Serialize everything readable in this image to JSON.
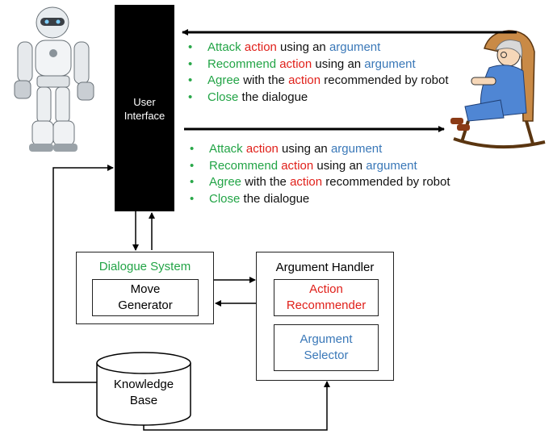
{
  "user_interface": {
    "label": "User\nInterface"
  },
  "messages_to_user": [
    {
      "w1": "Attack",
      "w2": " action",
      "w3": " using an",
      "w4": " argument"
    },
    {
      "w1": "Recommend",
      "w2": " action",
      "w3": " using an",
      "w4": " argument"
    },
    {
      "w1": "Agree",
      "w2": " with the",
      "w3": " action",
      "w4": " recommended by robot"
    },
    {
      "w1": "Close",
      "w2": " the dialogue",
      "w3": "",
      "w4": ""
    }
  ],
  "messages_from_user": [
    {
      "w1": "Attack",
      "w2": " action",
      "w3": " using an",
      "w4": " argument"
    },
    {
      "w1": "Recommend",
      "w2": " action",
      "w3": " using an",
      "w4": " argument"
    },
    {
      "w1": "Agree",
      "w2": " with the",
      "w3": " action",
      "w4": " recommended by robot"
    },
    {
      "w1": "Close",
      "w2": " the dialogue",
      "w3": "",
      "w4": ""
    }
  ],
  "bullet": "•",
  "dialogue_system": {
    "title": "Dialogue System",
    "move_generator": "Move\nGenerator"
  },
  "argument_handler": {
    "title": "Argument Handler",
    "action_recommender": "Action\nRecommender",
    "argument_selector": "Argument\nSelector"
  },
  "knowledge_base": {
    "label": "Knowledge\nBase"
  },
  "colors": {
    "green": "#22a446",
    "red": "#e0201a",
    "blue": "#3a78b8"
  }
}
